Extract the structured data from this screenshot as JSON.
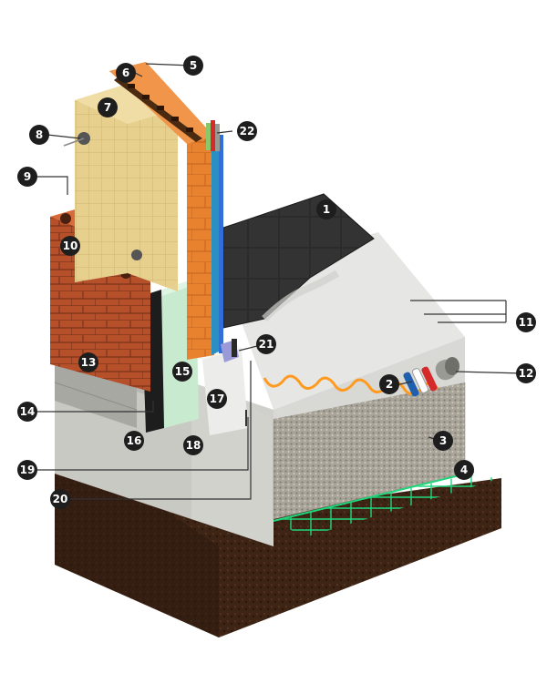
{
  "diagram": {
    "callouts": [
      {
        "id": "c1",
        "label": "1"
      },
      {
        "id": "c2",
        "label": "2"
      },
      {
        "id": "c3",
        "label": "3"
      },
      {
        "id": "c4",
        "label": "4"
      },
      {
        "id": "c5",
        "label": "5"
      },
      {
        "id": "c6",
        "label": "6"
      },
      {
        "id": "c7",
        "label": "7"
      },
      {
        "id": "c8",
        "label": "8"
      },
      {
        "id": "c9",
        "label": "9"
      },
      {
        "id": "c10",
        "label": "10"
      },
      {
        "id": "c11",
        "label": "11"
      },
      {
        "id": "c12",
        "label": "12"
      },
      {
        "id": "c13",
        "label": "13"
      },
      {
        "id": "c14",
        "label": "14"
      },
      {
        "id": "c15",
        "label": "15"
      },
      {
        "id": "c16",
        "label": "16"
      },
      {
        "id": "c17",
        "label": "17"
      },
      {
        "id": "c18",
        "label": "18"
      },
      {
        "id": "c19",
        "label": "19"
      },
      {
        "id": "c20",
        "label": "20"
      },
      {
        "id": "c21",
        "label": "21"
      },
      {
        "id": "c22",
        "label": "22"
      }
    ],
    "colors": {
      "badge": "#1e1e1e",
      "soil": "#3d2414",
      "concrete": "#c9c9c4",
      "gravel": "#a8a49a",
      "screed": "#e6e6e4",
      "tile": "#2b2b2b",
      "brick_orange": "#e8822e",
      "brick_red": "#b5502a",
      "mineral_wool": "#e7cf8e",
      "xps_green": "#c8ebd0",
      "membrane_blue": "#2a8fc1",
      "mesh_green": "#1fd67a",
      "heating_pipe": "#ff9a1f"
    }
  }
}
